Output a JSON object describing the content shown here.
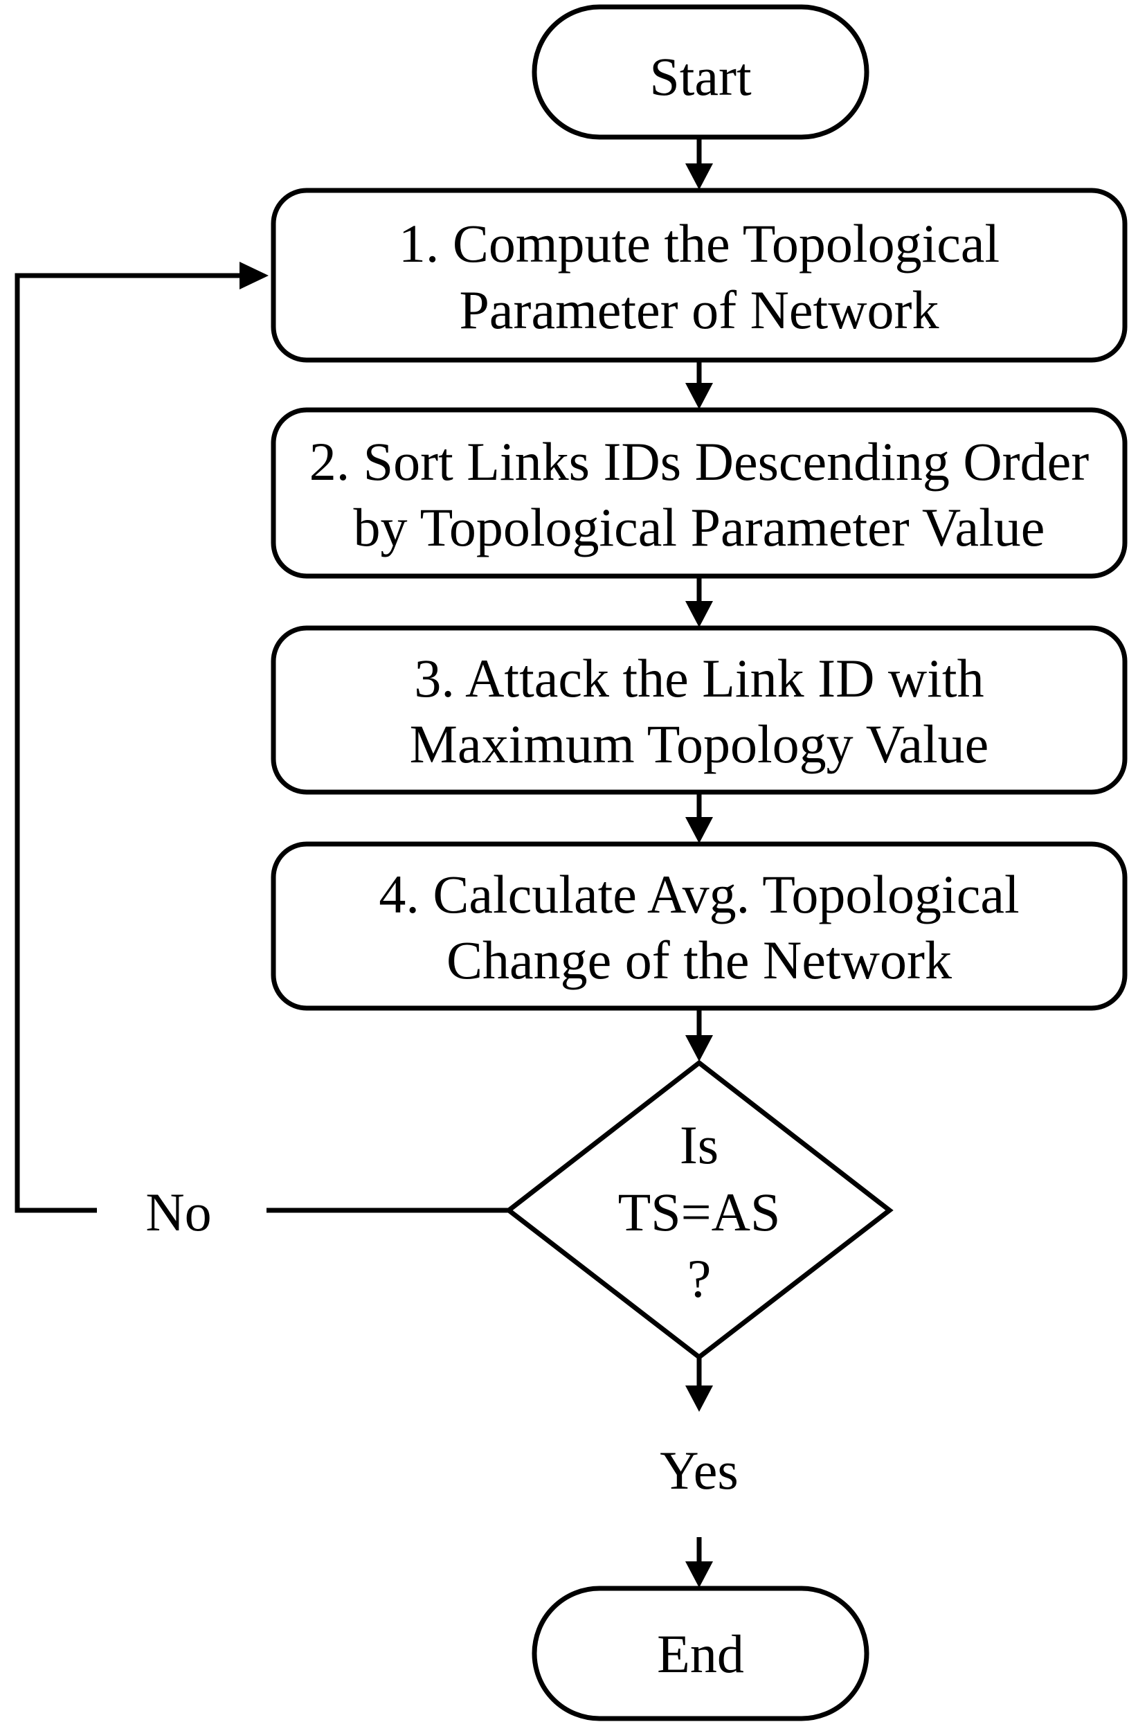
{
  "flowchart": {
    "start": {
      "label": "Start"
    },
    "steps": [
      {
        "line1": "1. Compute the Topological",
        "line2": "Parameter of Network"
      },
      {
        "line1": "2. Sort Links IDs Descending Order",
        "line2": "by Topological Parameter Value"
      },
      {
        "line1": "3. Attack the Link ID with",
        "line2": "Maximum Topology Value"
      },
      {
        "line1": "4. Calculate Avg. Topological",
        "line2": "Change of the Network"
      }
    ],
    "decision": {
      "line1": "Is",
      "line2": "TS=AS",
      "line3": "?"
    },
    "no_label": "No",
    "yes_label": "Yes",
    "end": {
      "label": "End"
    }
  }
}
